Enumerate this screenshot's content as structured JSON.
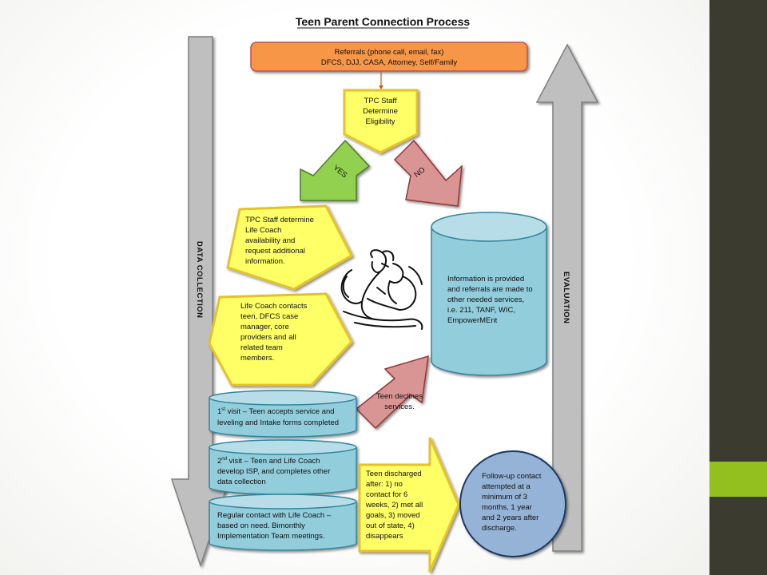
{
  "title": "Teen Parent Connection Process",
  "side_labels": {
    "left": "DATA COLLECTION",
    "right": "EVALUATION"
  },
  "nodes": {
    "referrals": [
      "Referrals (phone call, email, fax)",
      "DFCS, DJJ, CASA, Attorney, Self/Family"
    ],
    "eligibility": [
      "TPC Staff",
      "Determine",
      "Eligibility"
    ],
    "yes": "YES",
    "no": "NO",
    "availability": [
      "TPC Staff determine",
      "Life Coach",
      "availability and",
      "request additional",
      "information."
    ],
    "contacts": [
      "Life Coach contacts",
      "teen, DFCS case",
      "manager, core",
      "providers and all",
      "related team",
      "members."
    ],
    "info": [
      "Information is provided",
      "and referrals are made to",
      "other needed services,",
      "i.e. 211, TANF, WIC,",
      "EmpowerMEnt"
    ],
    "declines": [
      "Teen declines",
      "services."
    ],
    "visit1": {
      "num": "1",
      "sup": "st",
      "rest": " visit – Teen accepts service and",
      "line2": "leveling and Intake forms completed"
    },
    "visit2": {
      "num": "2",
      "sup": "nd",
      "rest": " visit – Teen and Life Coach",
      "line2": "develop ISP, and completes other",
      "line3": "data collection"
    },
    "regular": [
      "Regular contact with Life Coach –",
      "based on need. Bimonthly",
      "Implementation Team meetings."
    ],
    "discharged": [
      "Teen discharged",
      "after: 1) no",
      "contact for 6",
      "weeks, 2) met all",
      "goals, 3) moved",
      "out of state, 4)",
      "disappears"
    ],
    "followup": [
      "Follow-up contact",
      "attempted at a",
      "minimum of 3",
      "months, 1 year",
      "and 2 years after",
      "discharge."
    ]
  },
  "colors": {
    "orange": "#f79646",
    "yellow": "#ffff66",
    "yellow_border": "#e6c229",
    "green": "#92d050",
    "red": "#d99594",
    "blue_cyl": "#92cddc",
    "blue_cyl_top": "#b7dee8",
    "blue_cyl_border": "#31859c",
    "purple_circle": "#95b3d7",
    "purple_border": "#1f3864",
    "gray_arrow": "#bfbfbf",
    "gray_border": "#7f7f7f"
  },
  "decorative": {
    "illustration": "parent-child-drawing"
  }
}
